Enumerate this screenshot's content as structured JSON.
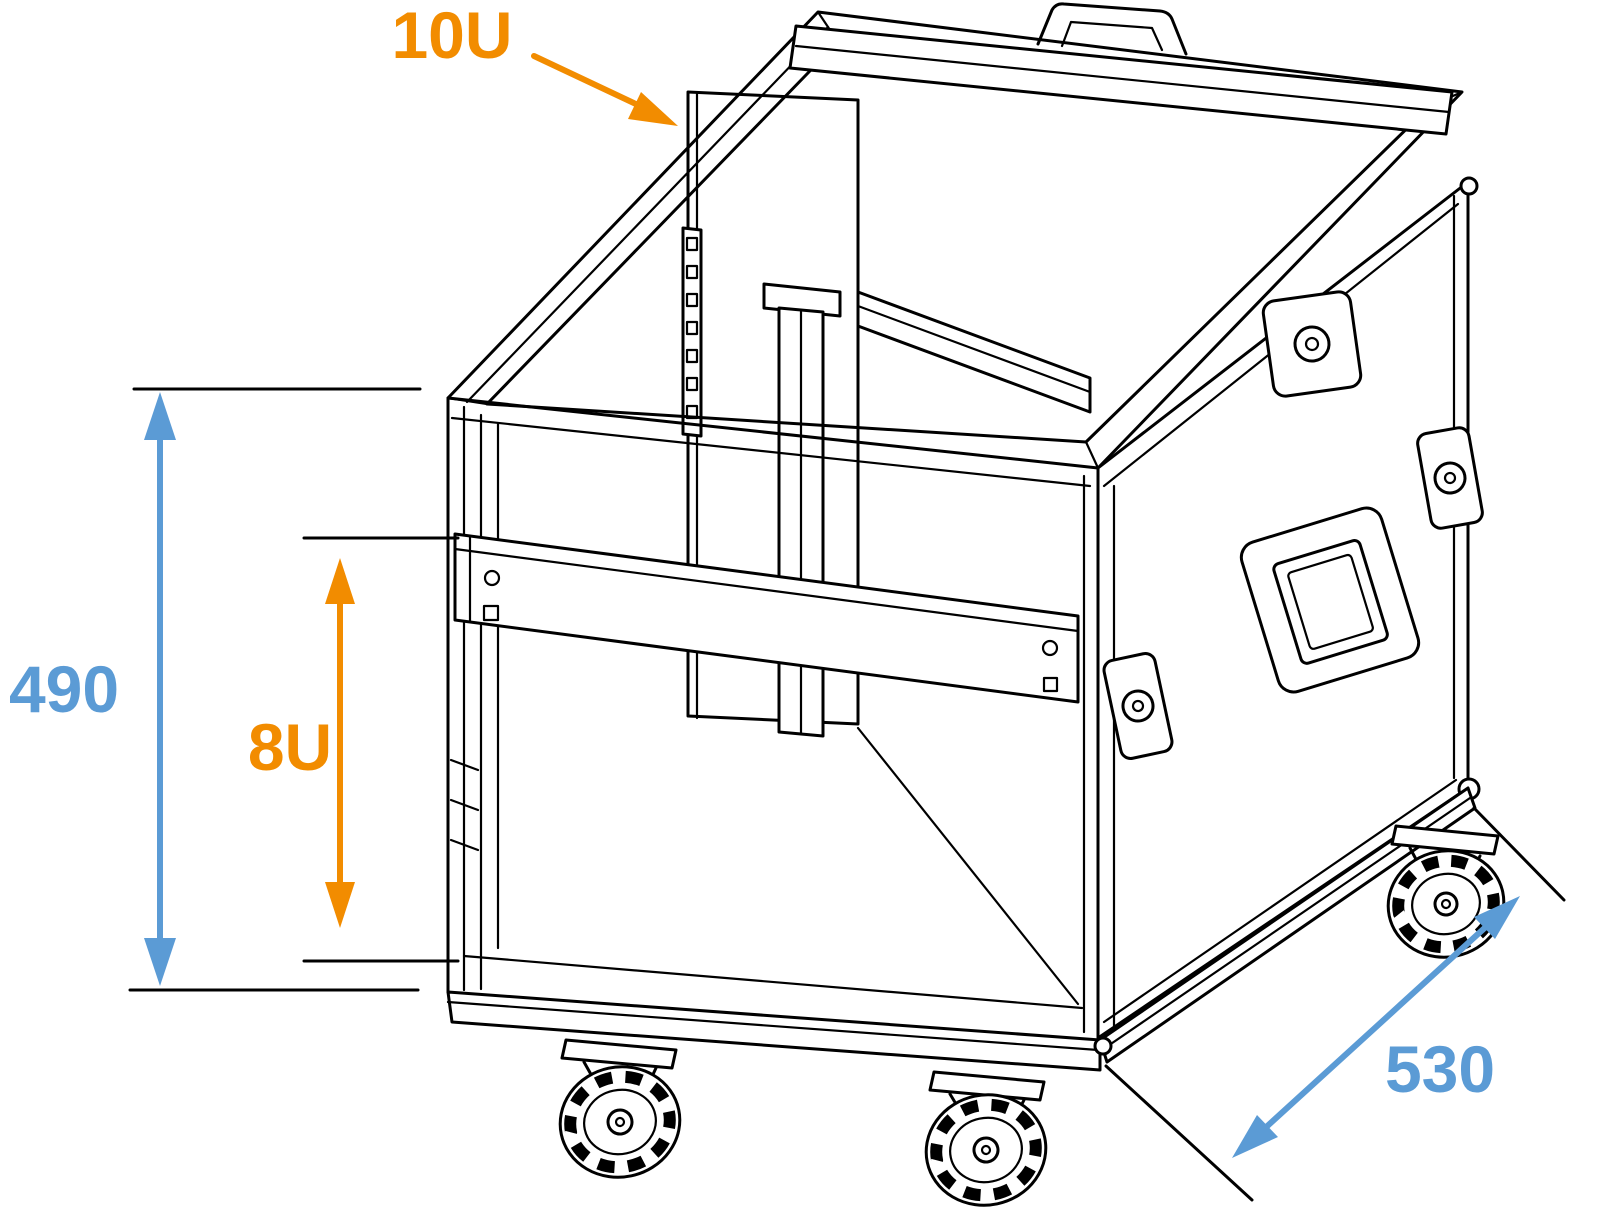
{
  "figure": {
    "kind": "technical line drawing",
    "subject": "rack flight case on casters with angled top rack section and front rack section"
  },
  "annotations": {
    "slant_rack_label": "10U",
    "front_rack_label": "8U",
    "height_label": "490",
    "depth_label": "530"
  },
  "colors": {
    "dimension_orange": "#F28C00",
    "dimension_blue": "#5B9BD5",
    "line": "#000000",
    "background": "#FFFFFF"
  }
}
